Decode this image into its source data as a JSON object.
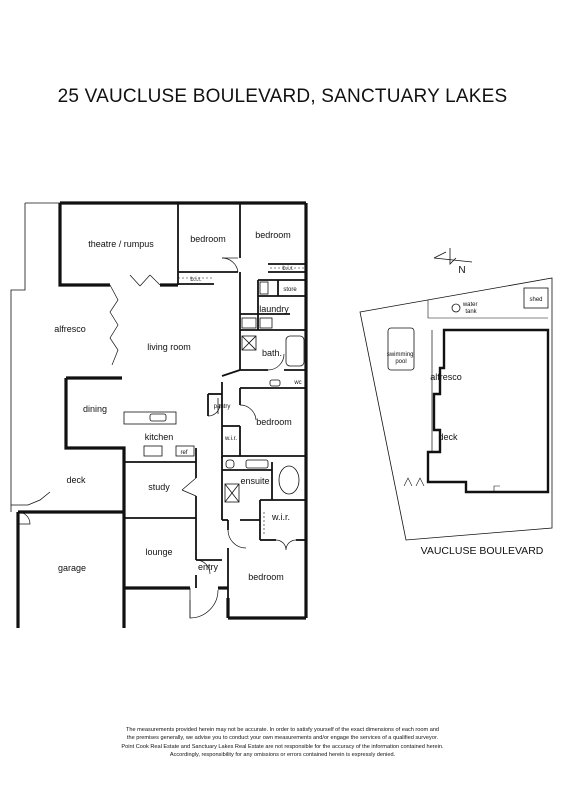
{
  "title": "25 VAUCLUSE BOULEVARD, SANCTUARY LAKES",
  "rooms": {
    "theatre": "theatre / rumpus",
    "bedroom_1": "bedroom",
    "bedroom_2": "bedroom",
    "bir_1": "b.i.r.",
    "bir_2": "b.i.r.",
    "store": "store",
    "laundry": "laundry",
    "bath": "bath.",
    "wc": "wc",
    "alfresco": "alfresco",
    "living": "living room",
    "dining": "dining",
    "kitchen": "kitchen",
    "pantry": "pantry",
    "wir_1": "w.i.r.",
    "bedroom_3": "bedroom",
    "ref": "ref",
    "deck": "deck",
    "study": "study",
    "ensuite": "ensuite",
    "wir_2": "w.i.r.",
    "garage": "garage",
    "lounge": "lounge",
    "entry": "entry",
    "bedroom_4": "bedroom"
  },
  "site": {
    "north": "N",
    "shed": "shed",
    "water_tank": "water\ntank",
    "pool": "swimming\npool",
    "alfresco": "alfresco",
    "deck": "deck",
    "street": "VAUCLUSE BOULEVARD"
  },
  "disclaimer": [
    "The measurements provided herein may not be accurate.  In order to satisfy yourself of the exact dimensions of each room and",
    "the premises generally, we advise you to conduct your own measurements and/or engage the services of a qualified surveyor.",
    "Point Cook Real Estate and Sanctuary Lakes Real Estate are not responsible for the accuracy of the information contained herein.",
    "Accordingly, responsibility for any omissions or errors contained herein is expressly denied."
  ]
}
